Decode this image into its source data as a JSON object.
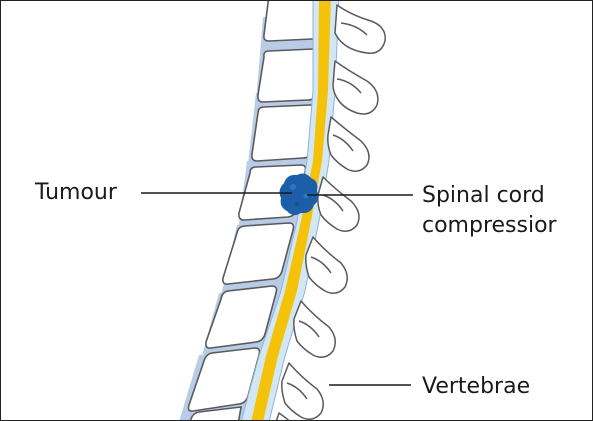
{
  "labels": {
    "tumour": "Tumour",
    "spinal_cord_line1": "Spinal cord",
    "spinal_cord_line2": "compressior",
    "vertebrae": "Vertebrae"
  },
  "colors": {
    "spinal_cord": "#f5c20a",
    "csf": "#d3e6f4",
    "disc": "#b8cce8",
    "bone_fill": "#ffffff",
    "outline": "#5a5a5a",
    "tumour": "#1c5fa8",
    "leader_line": "#1a1a1a"
  }
}
